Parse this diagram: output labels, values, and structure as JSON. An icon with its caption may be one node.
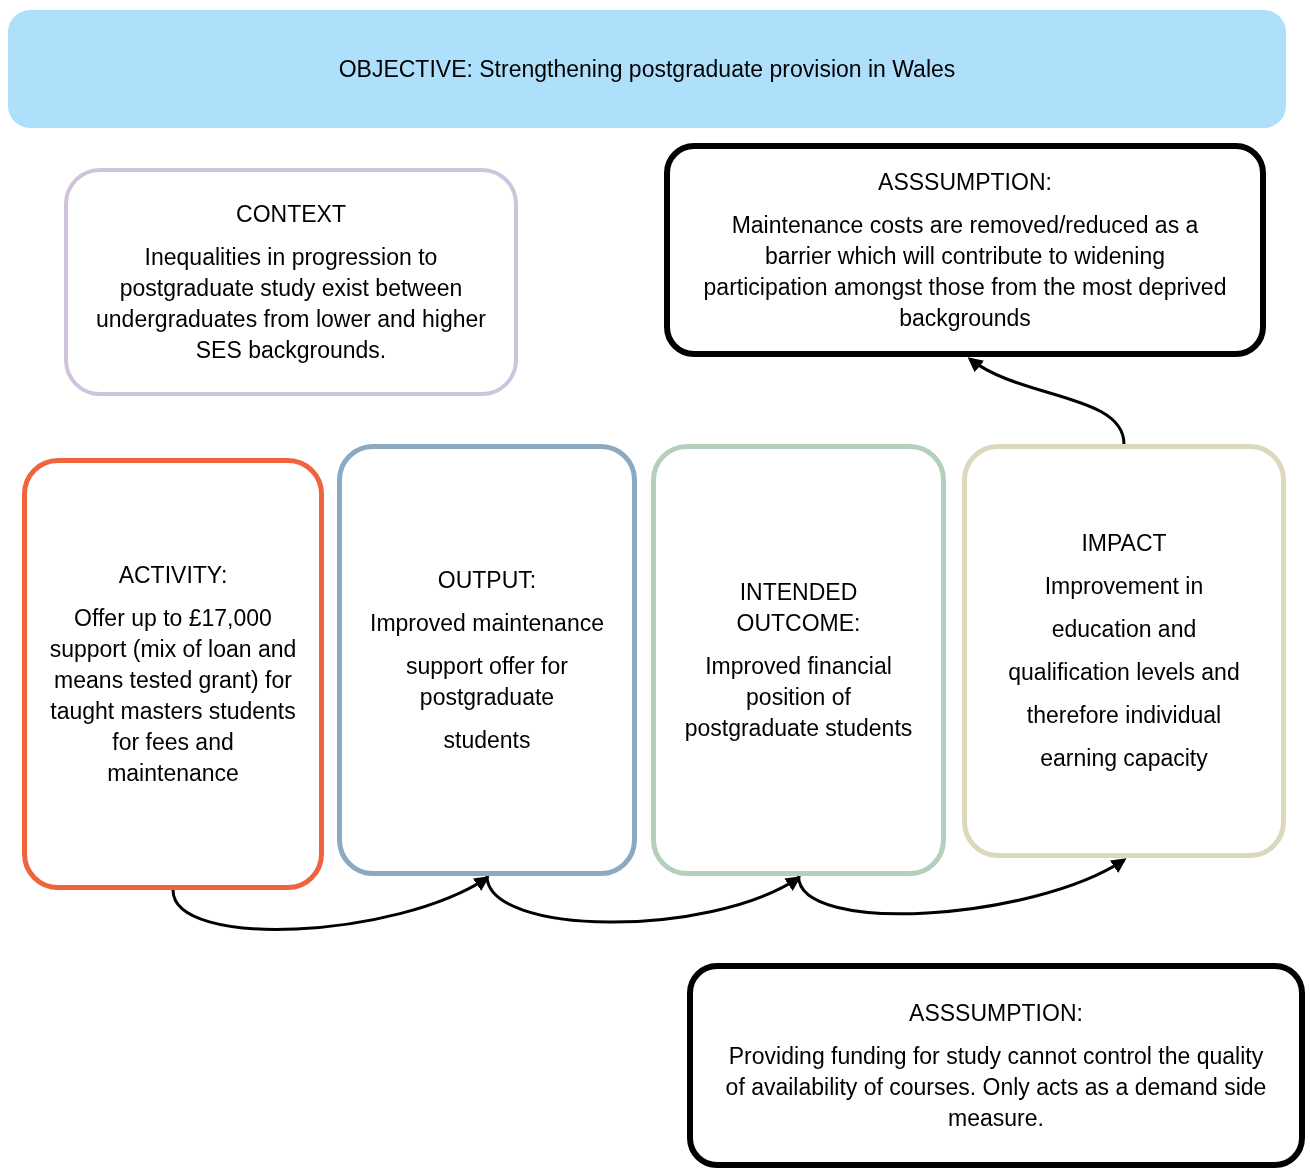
{
  "diagram": {
    "nodes": [
      {
        "text": [
          "OBJECTIVE: Strengthening postgraduate provision in Wales"
        ]
      },
      {
        "text": [
          "CONTEXT",
          "Inequalities in progression to postgraduate study exist between undergraduates from lower and higher SES backgrounds."
        ]
      },
      {
        "text": [
          "ASSSUMPTION:",
          "Maintenance costs are removed/reduced as a barrier which will contribute to widening participation amongst those from the most deprived backgrounds"
        ]
      },
      {
        "text": [
          "ACTIVITY:",
          "Offer up to £17,000 support (mix of loan and means tested grant) for taught masters students for fees and maintenance"
        ]
      },
      {
        "text": [
          "OUTPUT:",
          "Improved maintenance",
          "support offer for postgraduate",
          "students"
        ]
      },
      {
        "text": [
          "INTENDED OUTCOME:",
          "Improved financial position of postgraduate students"
        ]
      },
      {
        "text": [
          "IMPACT",
          "Improvement in",
          "education and",
          "qualification levels and",
          "therefore individual",
          "earning capacity"
        ]
      },
      {
        "text": [
          "ASSSUMPTION:",
          "Providing funding for study cannot control the quality of availability of courses. Only acts as a demand side measure."
        ]
      }
    ],
    "edges": [
      {
        "from": 3,
        "to": 4,
        "arrow": "to"
      },
      {
        "from": 4,
        "to": 5,
        "arrow": "to"
      },
      {
        "from": 5,
        "to": 6,
        "arrow": "to"
      },
      {
        "from": 6,
        "to": 2,
        "arrow": "to"
      }
    ]
  }
}
